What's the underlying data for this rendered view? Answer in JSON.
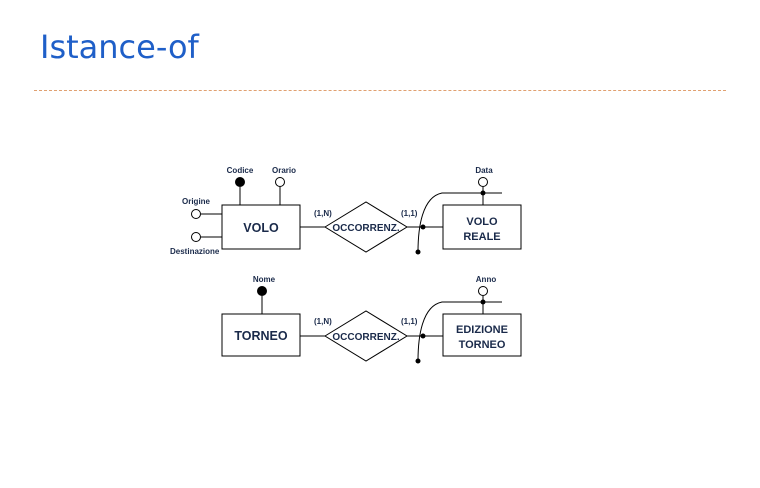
{
  "slide": {
    "title": "Istance-of"
  },
  "diagram1": {
    "entity_left": "VOLO",
    "relationship": "OCCORRENZ.",
    "entity_right_line1": "VOLO",
    "entity_right_line2": "REALE",
    "attr_codice": "Codice",
    "attr_orario": "Orario",
    "attr_origine": "Origine",
    "attr_destinazione": "Destinazione",
    "attr_data": "Data",
    "card_left": "(1,N)",
    "card_right": "(1,1)"
  },
  "diagram2": {
    "entity_left": "TORNEO",
    "relationship": "OCCORRENZ.",
    "entity_right_line1": "EDIZIONE",
    "entity_right_line2": "TORNEO",
    "attr_nome": "Nome",
    "attr_anno": "Anno",
    "card_left": "(1,N)",
    "card_right": "(1,1)"
  },
  "colors": {
    "title": "#1f5fc8",
    "rule": "#e0a070",
    "ink": "#1a2a4a"
  }
}
